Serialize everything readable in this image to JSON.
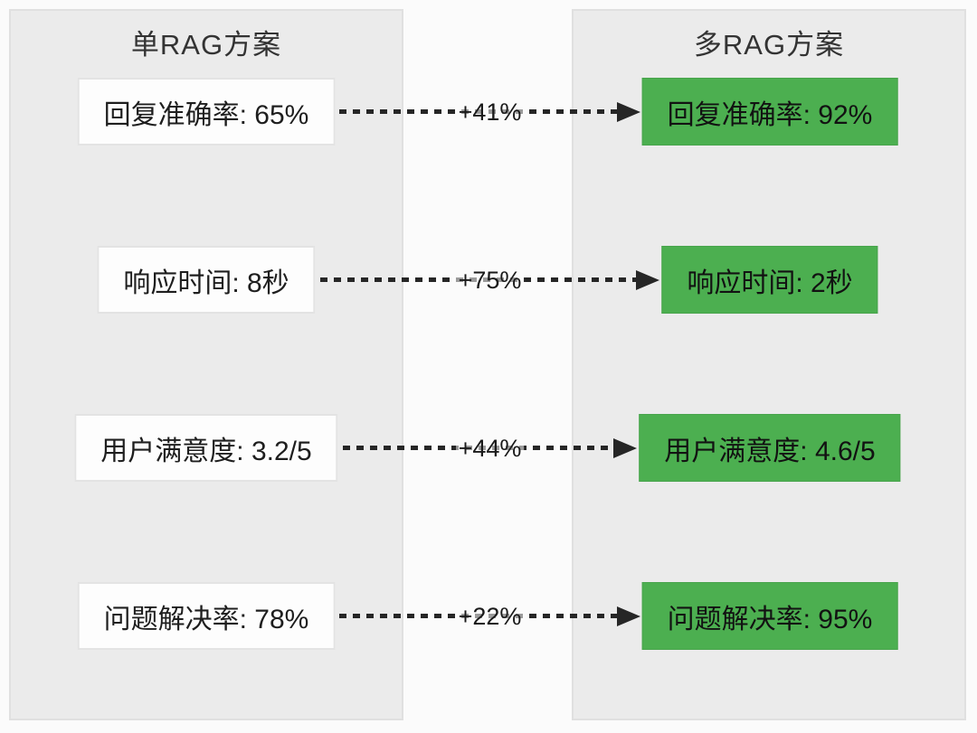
{
  "left_column": {
    "title": "单RAG方案"
  },
  "right_column": {
    "title": "多RAG方案"
  },
  "rows": [
    {
      "left": "回复准确率: 65%",
      "delta": "+41%",
      "right": "回复准确率: 92%"
    },
    {
      "left": "响应时间: 8秒",
      "delta": "+75%",
      "right": "响应时间: 2秒"
    },
    {
      "left": "用户满意度: 3.2/5",
      "delta": "+44%",
      "right": "用户满意度: 4.6/5"
    },
    {
      "left": "问题解决率: 78%",
      "delta": "+22%",
      "right": "问题解决率: 95%"
    }
  ],
  "colors": {
    "improved_box_bg": "#4caf50",
    "baseline_box_bg": "#fdfdfd",
    "panel_bg": "#ebebeb",
    "arrow": "#262626"
  }
}
